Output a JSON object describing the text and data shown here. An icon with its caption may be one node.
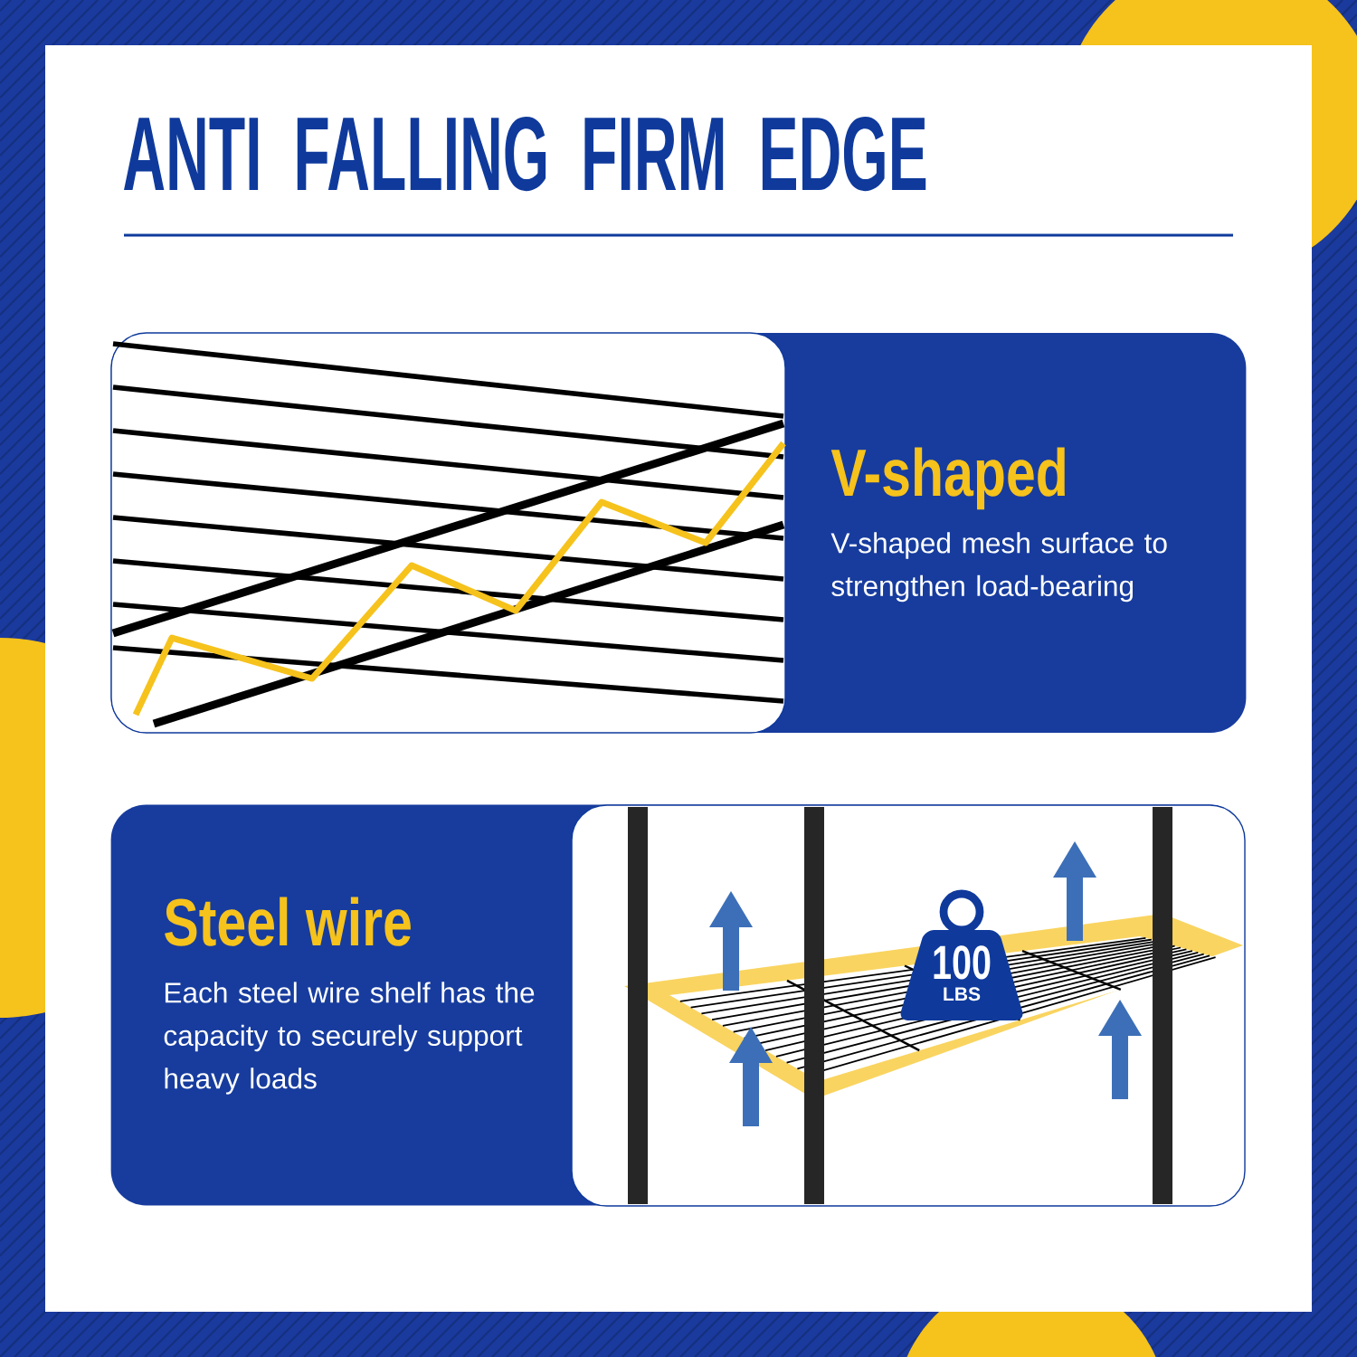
{
  "diagram": {
    "title": "ANTI FALLING FIRM EDGE",
    "nodes": [
      {
        "text": [
          "V-shaped",
          "V-shaped mesh surface to strengthen load-bearing"
        ]
      },
      {
        "text": [
          "Steel wire",
          "Each steel wire shelf has the capacity to securely support heavy loads"
        ]
      },
      {
        "text": [
          "100",
          "LBS"
        ],
        "in": 1
      }
    ],
    "edges": []
  }
}
